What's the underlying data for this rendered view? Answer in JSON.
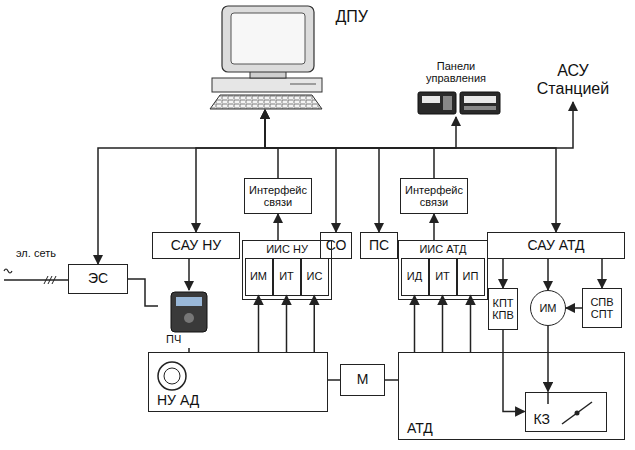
{
  "diagram": {
    "nodes": [
      {
        "text": [
          "ДПУ"
        ]
      },
      {
        "text": [
          "Панели управления"
        ]
      },
      {
        "text": [
          "АСУ Станцией"
        ]
      },
      {
        "text": [
          "ЭС"
        ]
      },
      {
        "text": [
          "САУ НУ"
        ]
      },
      {
        "text": [
          "Интерфейс связи"
        ]
      },
      {
        "text": [
          "СО"
        ]
      },
      {
        "text": [
          "ПС"
        ]
      },
      {
        "text": [
          "Интерфейс связи"
        ]
      },
      {
        "text": [
          "САУ АТД"
        ]
      },
      {
        "text": [
          "ПЧ"
        ]
      },
      {
        "text": [
          "ИИС НУ"
        ]
      },
      {
        "text": [
          "ИМ"
        ],
        "in": 11
      },
      {
        "text": [
          "ИТ"
        ],
        "in": 11
      },
      {
        "text": [
          "ИС"
        ],
        "in": 11
      },
      {
        "text": [
          "ИИС АТД"
        ]
      },
      {
        "text": [
          "ИД"
        ],
        "in": 15
      },
      {
        "text": [
          "ИТ"
        ],
        "in": 15
      },
      {
        "text": [
          "ИП"
        ],
        "in": 15
      },
      {
        "text": [
          "КПТ КПВ"
        ]
      },
      {
        "text": [
          "ИМ"
        ]
      },
      {
        "text": [
          "СПВ СПТ"
        ]
      },
      {
        "text": [
          "НУ АД"
        ]
      },
      {
        "text": [
          "М"
        ]
      },
      {
        "text": [
          "АТД"
        ]
      },
      {
        "text": [
          "КЗ"
        ],
        "in": 24
      }
    ],
    "edges": [
      {
        "from": 0,
        "to": 3,
        "arrow": "to"
      },
      {
        "from": 0,
        "to": 4,
        "arrow": "to"
      },
      {
        "from": 5,
        "to": 0,
        "arrow": "to"
      },
      {
        "from": 0,
        "to": 6,
        "arrow": "to"
      },
      {
        "from": 0,
        "to": 7,
        "arrow": "to"
      },
      {
        "from": 8,
        "to": 0,
        "arrow": "to"
      },
      {
        "from": 0,
        "to": 1,
        "arrow": "both"
      },
      {
        "from": 0,
        "to": 2,
        "arrow": "to"
      },
      {
        "from": 0,
        "to": 9,
        "arrow": "to"
      },
      {
        "from": 3,
        "to": 10,
        "arrow": "none"
      },
      {
        "from": 4,
        "to": 10,
        "arrow": "to"
      },
      {
        "from": 10,
        "to": 22,
        "arrow": "none"
      },
      {
        "from": 11,
        "to": 5,
        "arrow": "to"
      },
      {
        "from": 22,
        "to": 12,
        "arrow": "to"
      },
      {
        "from": 22,
        "to": 13,
        "arrow": "to"
      },
      {
        "from": 22,
        "to": 14,
        "arrow": "to"
      },
      {
        "from": 22,
        "to": 23,
        "arrow": "none"
      },
      {
        "from": 23,
        "to": 24,
        "arrow": "none"
      },
      {
        "from": 24,
        "to": 16,
        "arrow": "to"
      },
      {
        "from": 24,
        "to": 17,
        "arrow": "to"
      },
      {
        "from": 24,
        "to": 18,
        "arrow": "to"
      },
      {
        "from": 15,
        "to": 8,
        "arrow": "to"
      },
      {
        "from": 9,
        "to": 19,
        "arrow": "to"
      },
      {
        "from": 9,
        "to": 20,
        "arrow": "to"
      },
      {
        "from": 9,
        "to": 21,
        "arrow": "to"
      },
      {
        "from": 19,
        "to": 25,
        "arrow": "to"
      },
      {
        "from": 20,
        "to": 25,
        "arrow": "to"
      },
      {
        "from": 21,
        "to": 20,
        "arrow": "to"
      }
    ],
    "labels": [
      "эл. сеть"
    ]
  }
}
